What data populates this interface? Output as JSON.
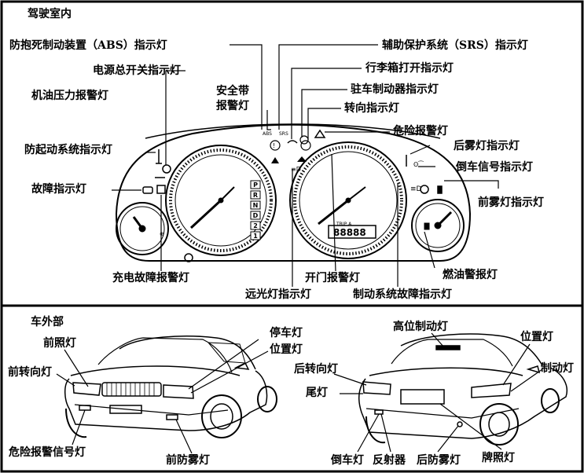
{
  "top_panel": {
    "heading": "驾驶室内",
    "labels": {
      "abs": "防抱死制动装置（ABS）指示灯",
      "power": "电源总开关指示灯",
      "oil": "机油压力报警灯",
      "seatbelt_1": "安全带",
      "seatbelt_2": "报警灯",
      "immobilizer": "防起动系统指示灯",
      "fault": "故障指示灯",
      "charge": "充电故障报警灯",
      "srs": "辅助保护系统（SRS）指示灯",
      "trunk": "行李箱打开指示灯",
      "parking_brake": "驻车制动器指示灯",
      "turn": "转向指示灯",
      "hazard": "危险报警灯",
      "rear_fog": "后雾灯指示灯",
      "reverse_signal": "倒车信号指示灯",
      "front_fog": "前雾灯指示灯",
      "fuel": "燃油警报灯",
      "door": "开门报警灯",
      "high_beam": "远光灯指示灯",
      "brake_fault": "制动系统故障指示灯"
    },
    "cluster_text": {
      "abs_icon": "ABS",
      "srs_icon": "SRS",
      "gear_p": "P",
      "gear_r": "R",
      "gear_n": "N",
      "gear_d": "D",
      "gear_2": "2",
      "gear_1": "1",
      "odometer": "88888",
      "trip": "TRIP A"
    }
  },
  "bottom_panel": {
    "heading": "车外部",
    "labels": {
      "headlight": "前照灯",
      "front_turn": "前转向灯",
      "hazard_signal": "危险报警信号灯",
      "front_fog": "前防雾灯",
      "parking": "停车灯",
      "position_front": "位置灯",
      "high_brake": "高位制动灯",
      "rear_turn": "后转向灯",
      "tail": "尾灯",
      "position_rear": "位置灯",
      "brake": "制动灯",
      "reverse": "倒车灯",
      "reflector": "反射器",
      "rear_fog": "后防雾灯",
      "plate": "牌照灯"
    }
  },
  "colors": {
    "ink": "#000000",
    "paper": "#ffffff"
  }
}
